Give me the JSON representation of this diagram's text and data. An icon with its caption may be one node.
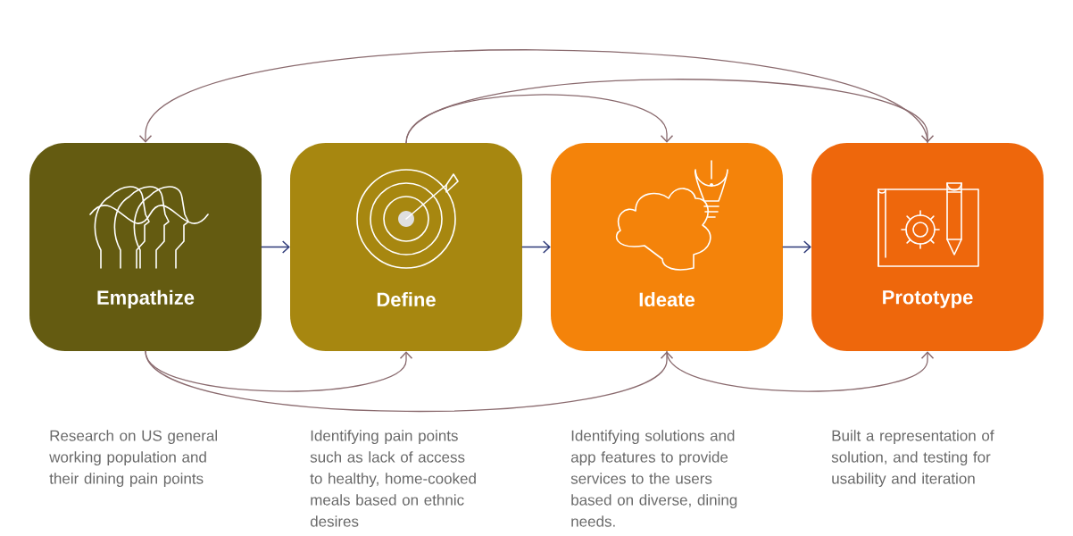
{
  "diagram": {
    "nodes": [
      {
        "text": [
          "Empathize"
        ]
      },
      {
        "text": [
          "Define"
        ]
      },
      {
        "text": [
          "Ideate"
        ]
      },
      {
        "text": [
          "Prototype"
        ]
      }
    ],
    "labels": [
      "Research on US general working population and their dining pain points",
      "Identifying pain points such as lack of access to healthy, home-cooked meals based on ethnic desires",
      "Identifying solutions and app features to provide services to the users based on diverse, dining needs.",
      "Built a representation of solution, and testing for usability and iteration"
    ],
    "edges": [
      {
        "from": 0,
        "to": 1,
        "arrow": "to",
        "color": "#2e3a78"
      },
      {
        "from": 1,
        "to": 2,
        "arrow": "to",
        "color": "#2e3a78"
      },
      {
        "from": 2,
        "to": 3,
        "arrow": "to",
        "color": "#2e3a78"
      },
      {
        "from": 3,
        "to": 0,
        "arrow": "to"
      },
      {
        "from": 1,
        "to": 2,
        "arrow": "to"
      },
      {
        "from": 1,
        "to": 3,
        "arrow": "to"
      },
      {
        "from": 0,
        "to": 1,
        "arrow": "to"
      },
      {
        "from": 0,
        "to": 2,
        "arrow": "to"
      },
      {
        "from": 2,
        "to": 3,
        "arrow": "to"
      }
    ]
  }
}
